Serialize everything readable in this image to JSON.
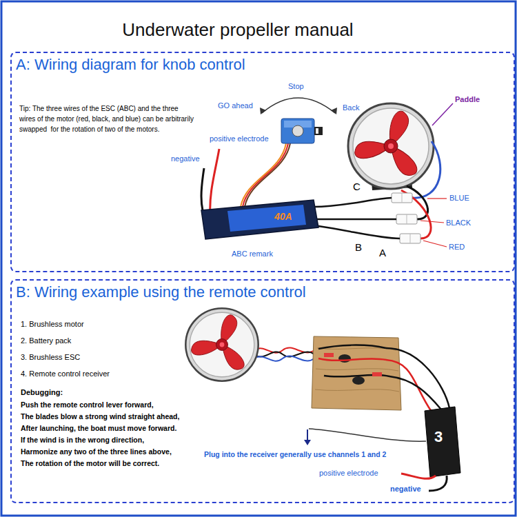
{
  "diagram": {
    "title": "Underwater propeller manual",
    "nodes": [
      {
        "text": [
          "A: Wiring diagram for knob control"
        ]
      },
      {
        "text": [
          "B: Wiring example using the remote control"
        ]
      }
    ],
    "labels": [
      "Tip: The three wires of the ESC (ABC) and the three wires of the motor (red, black, and blue) can be arbitrarily swapped  for the rotation of two of the motors.",
      "Stop",
      "GO ahead",
      "Back",
      "negative",
      "positive electrode",
      "Paddle",
      "C",
      "BLUE",
      "BLACK",
      "RED",
      "40A",
      "B",
      "A",
      "ABC remark",
      "1. Brushless motor",
      "2. Battery pack",
      "3. Brushless ESC",
      "4. Remote control receiver",
      "Debugging:",
      "Push the remote control lever forward,",
      "The blades blow a strong wind straight ahead,",
      "After launching, the boat must move forward.",
      "If the wind is in the wrong direction,",
      "Harmonize any two of the three lines above,",
      "The rotation of the motor will be correct.",
      "Plug into the receiver generally use channels 1 and 2",
      "3",
      "positive electrode",
      "negative"
    ]
  }
}
